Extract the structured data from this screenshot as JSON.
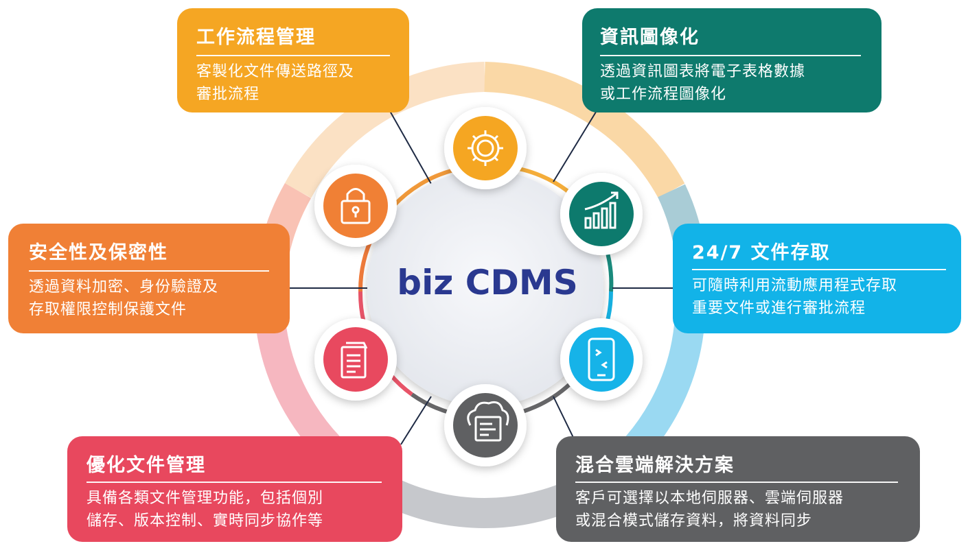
{
  "center": {
    "label": "biz CDMS"
  },
  "colors": {
    "workflow": "#f5a623",
    "visualization": "#0e7a6d",
    "access": "#12b3e8",
    "hybrid": "#5f6062",
    "optimize": "#e8485e",
    "security": "#f08036",
    "center_text": "#2a3990"
  },
  "features": {
    "workflow": {
      "title": "工作流程管理",
      "lines": [
        "客製化文件傳送路徑及",
        "審批流程"
      ],
      "icon": "gear-icon"
    },
    "visualization": {
      "title": "資訊圖像化",
      "lines": [
        "透過資訊圖表將電子表格數據",
        "或工作流程圖像化"
      ],
      "icon": "chart-growth-icon"
    },
    "access": {
      "title": "24/7 文件存取",
      "lines": [
        "可隨時利用流動應用程式存取",
        "重要文件或進行審批流程"
      ],
      "icon": "mobile-icon"
    },
    "hybrid": {
      "title": "混合雲端解決方案",
      "lines": [
        "客戶可選擇以本地伺服器、雲端伺服器",
        "或混合模式儲存資料，將資料同步"
      ],
      "icon": "cloud-icon"
    },
    "optimize": {
      "title": "優化文件管理",
      "lines": [
        "具備各類文件管理功能，包括個別",
        "儲存、版本控制、實時同步協作等"
      ],
      "icon": "documents-icon"
    },
    "security": {
      "title": "安全性及保密性",
      "lines": [
        "透過資料加密、身份驗證及",
        "存取權限控制保護文件"
      ],
      "icon": "lock-icon"
    }
  }
}
